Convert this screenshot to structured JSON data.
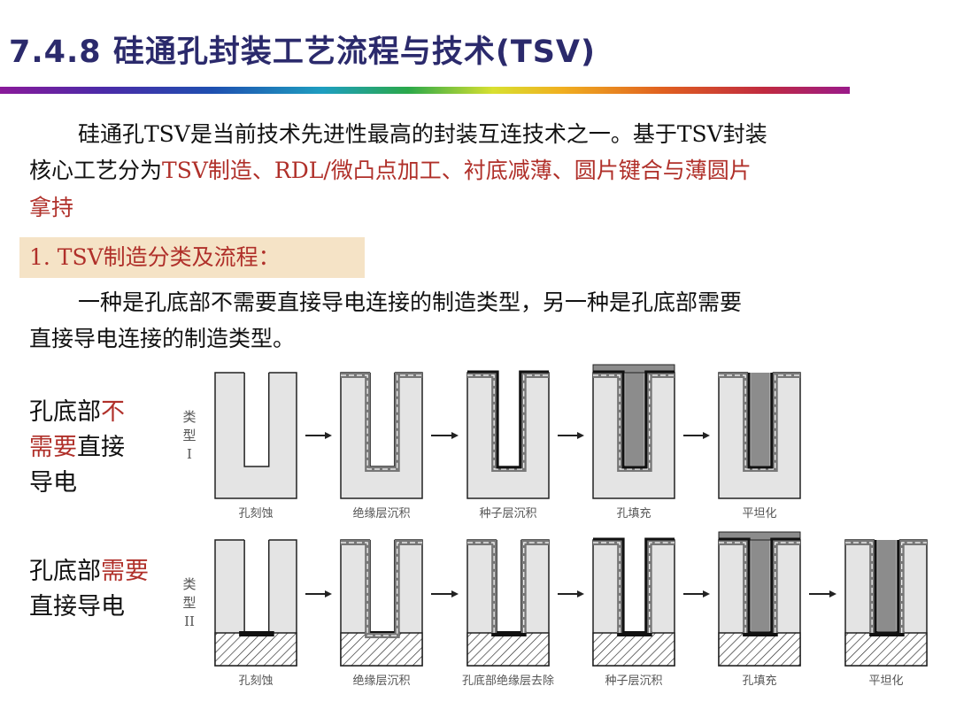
{
  "title": "7.4.8 硅通孔封装工艺流程与技术(TSV)",
  "intro": {
    "line1": "硅通孔TSV是当前技术先进性最高的封装互连技术之一。基于TSV封装",
    "line2_prefix": "核心工艺分为",
    "line2_red": "TSV制造、RDL/微凸点加工、衬底减薄、圆片键合与薄圆片",
    "line3_red": "拿持"
  },
  "section": {
    "heading": "1. TSV制造分类及流程：",
    "line1": "一种是孔底部不需要直接导电连接的制造类型，另一种是孔底部需要",
    "line2": "直接导电连接的制造类型。"
  },
  "rows": [
    {
      "side_parts": [
        {
          "t": "孔底部",
          "red": false
        },
        {
          "t": "不",
          "red": true
        },
        {
          "t": "需要",
          "red": true
        },
        {
          "t": "直接",
          "red": false
        },
        {
          "t": "导电",
          "red": false
        }
      ],
      "side_lines": [
        [
          "孔底部",
          "不"
        ],
        [
          "需要",
          "直接"
        ],
        [
          "导电"
        ]
      ],
      "type_label": [
        "类",
        "型",
        "I"
      ],
      "steps": [
        {
          "label": "孔刻蚀",
          "kind": "etch"
        },
        {
          "label": "绝缘层沉积",
          "kind": "insulator"
        },
        {
          "label": "种子层沉积",
          "kind": "seed"
        },
        {
          "label": "孔填充",
          "kind": "fill"
        },
        {
          "label": "平坦化",
          "kind": "planarize"
        }
      ]
    },
    {
      "side_lines": [
        [
          "孔底部",
          "需要"
        ],
        [
          "直接导电"
        ]
      ],
      "type_label": [
        "类",
        "型",
        "II"
      ],
      "steps": [
        {
          "label": "孔刻蚀",
          "kind": "etch"
        },
        {
          "label": "绝缘层沉积",
          "kind": "insulator"
        },
        {
          "label": "孔底部绝缘层去除",
          "kind": "bottom-removal"
        },
        {
          "label": "种子层沉积",
          "kind": "seed"
        },
        {
          "label": "孔填充",
          "kind": "fill"
        },
        {
          "label": "平坦化",
          "kind": "planarize"
        }
      ]
    }
  ],
  "colors": {
    "title": "#2b2a6c",
    "accent_red": "#b0302a",
    "highlight": "#f5e3c6",
    "silicon": "#e4e4e4",
    "fill_metal": "#8c8c8c"
  }
}
